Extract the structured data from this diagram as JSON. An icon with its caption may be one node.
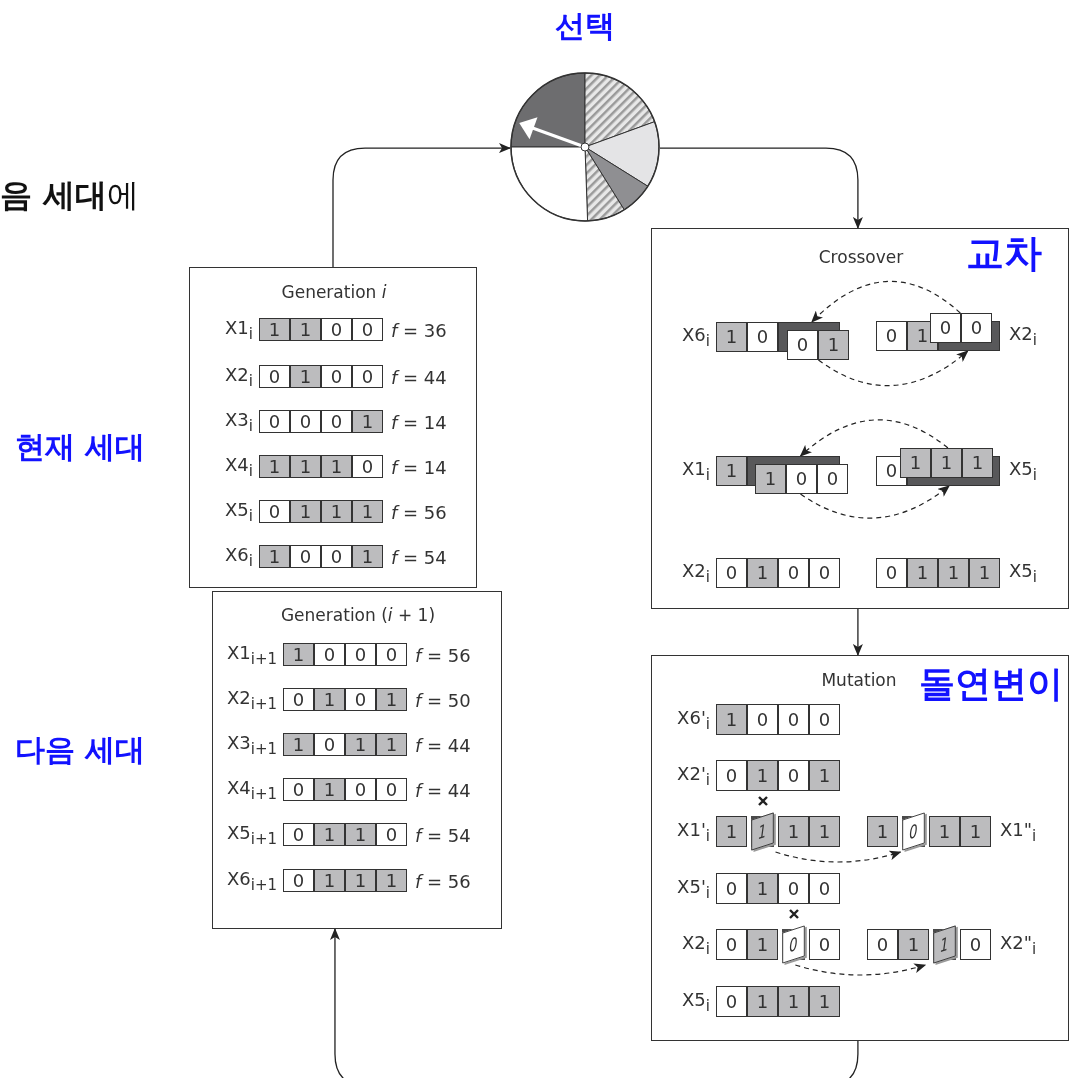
{
  "diagram": {
    "nodes": [
      {
        "text": [
          "선택"
        ]
      },
      {
        "text": [
          "Generation *i*"
        ],
        "beside": [
          "현재 세대"
        ]
      },
      {
        "text": [
          "1",
          "1",
          "0",
          "0"
        ],
        "in": 1,
        "beside": [
          "X1$_{i}$",
          "*f* = 36"
        ]
      },
      {
        "text": [
          "0",
          "1",
          "0",
          "0"
        ],
        "in": 1,
        "beside": [
          "X2$_{i}$",
          "*f* = 44"
        ]
      },
      {
        "text": [
          "0",
          "0",
          "0",
          "1"
        ],
        "in": 1,
        "beside": [
          "X3$_{i}$",
          "*f* = 14"
        ]
      },
      {
        "text": [
          "1",
          "1",
          "1",
          "0"
        ],
        "in": 1,
        "beside": [
          "X4$_{i}$",
          "*f* = 14"
        ]
      },
      {
        "text": [
          "0",
          "1",
          "1",
          "1"
        ],
        "in": 1,
        "beside": [
          "X5$_{i}$",
          "*f* = 56"
        ]
      },
      {
        "text": [
          "1",
          "0",
          "0",
          "1"
        ],
        "in": 1,
        "beside": [
          "X6$_{i}$",
          "*f* = 54"
        ]
      },
      {
        "text": [
          "Generation (*i* + 1)"
        ],
        "beside": [
          "다음 세대"
        ]
      },
      {
        "text": [
          "1",
          "0",
          "0",
          "0"
        ],
        "in": 8,
        "beside": [
          "X1$_{i+1}$",
          "*f* = 56"
        ]
      },
      {
        "text": [
          "0",
          "1",
          "0",
          "1"
        ],
        "in": 8,
        "beside": [
          "X2$_{i+1}$",
          "*f* = 50"
        ]
      },
      {
        "text": [
          "1",
          "0",
          "1",
          "1"
        ],
        "in": 8,
        "beside": [
          "X3$_{i+1}$",
          "*f* = 44"
        ]
      },
      {
        "text": [
          "0",
          "1",
          "0",
          "0"
        ],
        "in": 8,
        "beside": [
          "X4$_{i+1}$",
          "*f* = 44"
        ]
      },
      {
        "text": [
          "0",
          "1",
          "1",
          "0"
        ],
        "in": 8,
        "beside": [
          "X5$_{i+1}$",
          "*f* = 54"
        ]
      },
      {
        "text": [
          "0",
          "1",
          "1",
          "1"
        ],
        "in": 8,
        "beside": [
          "X6$_{i+1}$",
          "*f* = 56"
        ]
      },
      {
        "text": [
          "Crossover",
          "교차"
        ]
      },
      {
        "text": [
          "1",
          "0",
          "0",
          "1"
        ],
        "in": 15,
        "beside": [
          "X6$_{i}$"
        ]
      },
      {
        "text": [
          "0",
          "1",
          "0",
          "0"
        ],
        "in": 15,
        "beside": [
          "X2$_{i}$"
        ]
      },
      {
        "text": [
          "1",
          "1",
          "0",
          "0"
        ],
        "in": 15,
        "beside": [
          "X1$_{i}$"
        ]
      },
      {
        "text": [
          "0",
          "1",
          "1",
          "1"
        ],
        "in": 15,
        "beside": [
          "X5$_{i}$"
        ]
      },
      {
        "text": [
          "0",
          "1",
          "0",
          "0"
        ],
        "in": 15,
        "beside": [
          "X2$_{i}$"
        ]
      },
      {
        "text": [
          "0",
          "1",
          "1",
          "1"
        ],
        "in": 15,
        "beside": [
          "X5$_{i}$"
        ]
      },
      {
        "text": [
          "Mutation",
          "돌연변이"
        ]
      },
      {
        "text": [
          "1",
          "0",
          "0",
          "0"
        ],
        "in": 22,
        "beside": [
          "X6'$_{i}$"
        ]
      },
      {
        "text": [
          "0",
          "1",
          "0",
          "1"
        ],
        "in": 22,
        "beside": [
          "X2'$_{i}$"
        ]
      },
      {
        "text": [
          "1",
          "1",
          "1",
          "1"
        ],
        "in": 22,
        "beside": [
          "X1'$_{i}$"
        ]
      },
      {
        "text": [
          "1",
          "0",
          "1",
          "1"
        ],
        "in": 22,
        "beside": [
          "X1\"$_{i}$"
        ]
      },
      {
        "text": [
          "0",
          "1",
          "0",
          "0"
        ],
        "in": 22,
        "beside": [
          "X5'$_{i}$"
        ]
      },
      {
        "text": [
          "0",
          "1",
          "0",
          "0"
        ],
        "in": 22,
        "beside": [
          "X2$_{i}$"
        ]
      },
      {
        "text": [
          "0",
          "1",
          "1",
          "0"
        ],
        "in": 22,
        "beside": [
          "X2\"$_{i}$"
        ]
      },
      {
        "text": [
          "0",
          "1",
          "1",
          "1"
        ],
        "in": 22,
        "beside": [
          "X5$_{i}$"
        ]
      }
    ],
    "edges": [
      {
        "from": 1,
        "to": 0,
        "arrow": "to"
      },
      {
        "from": 0,
        "to": 15,
        "arrow": "to"
      },
      {
        "from": 15,
        "to": 22,
        "arrow": "to"
      },
      {
        "from": 22,
        "to": 8,
        "arrow": "to"
      },
      {
        "from": 17,
        "to": 16,
        "arrow": "to",
        "style": "dashed"
      },
      {
        "from": 16,
        "to": 17,
        "arrow": "to",
        "style": "dashed"
      },
      {
        "from": 19,
        "to": 18,
        "arrow": "to",
        "style": "dashed"
      },
      {
        "from": 18,
        "to": 19,
        "arrow": "to",
        "style": "dashed"
      },
      {
        "from": 25,
        "to": 26,
        "arrow": "to",
        "style": "dashed"
      },
      {
        "from": 28,
        "to": 29,
        "arrow": "to",
        "style": "dashed"
      }
    ],
    "labels": [
      "**음 세대**에"
    ]
  }
}
